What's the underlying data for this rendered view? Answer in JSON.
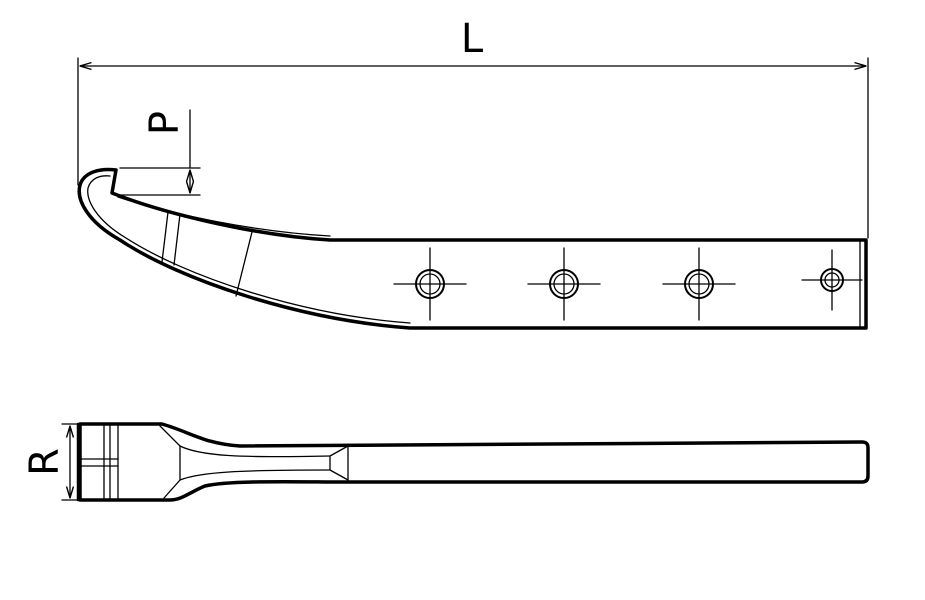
{
  "dimensions": {
    "length_label": "L",
    "hook_label": "P",
    "thickness_label": "R"
  },
  "holes": [
    {
      "name": "hole-1"
    },
    {
      "name": "hole-2"
    },
    {
      "name": "hole-3"
    },
    {
      "name": "hole-4"
    }
  ]
}
